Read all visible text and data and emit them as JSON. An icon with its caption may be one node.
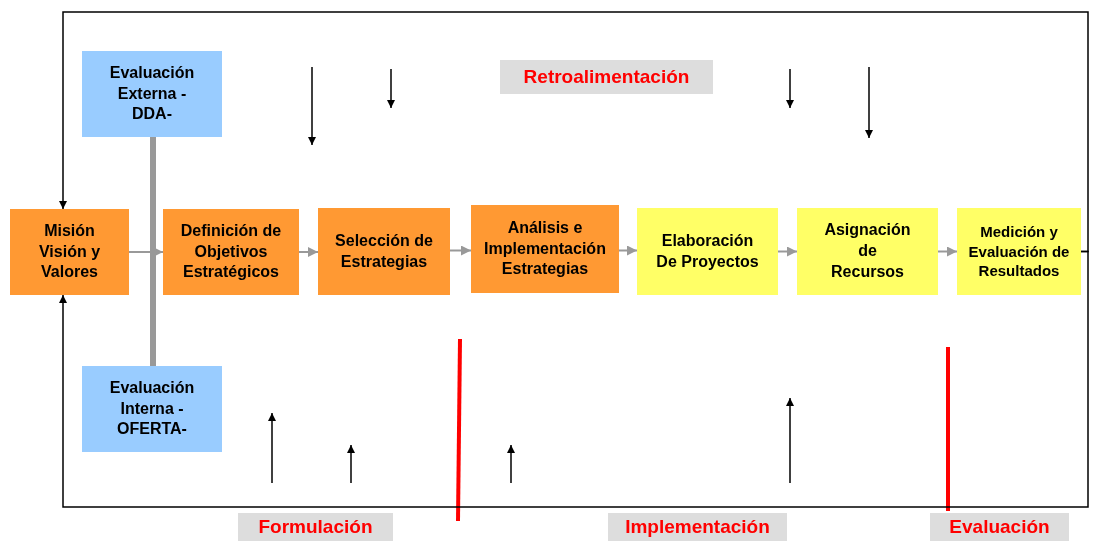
{
  "diagram": {
    "nodes": [
      {
        "text": [
          "Evaluación Externa -DDA-"
        ]
      },
      {
        "text": [
          "Misión Visión y Valores"
        ]
      },
      {
        "text": [
          "Definición de Objetivos Estratégicos"
        ]
      },
      {
        "text": [
          "Selección de Estrategias"
        ]
      },
      {
        "text": [
          "Análisis e Implementación Estrategias"
        ]
      },
      {
        "text": [
          "Elaboración De Proyectos"
        ]
      },
      {
        "text": [
          "Asignación de Recursos"
        ]
      },
      {
        "text": [
          "Medición y Evaluación de Resultados"
        ]
      },
      {
        "text": [
          "Evaluación Interna -OFERTA-"
        ]
      },
      {
        "text": [
          "Retroalimentación"
        ]
      },
      {
        "text": [
          "Formulación"
        ]
      },
      {
        "text": [
          "Implementación"
        ]
      },
      {
        "text": [
          "Evaluación"
        ]
      }
    ],
    "edges": [
      {
        "from": 0,
        "to": 8,
        "arrow": "none",
        "style": "thick"
      },
      {
        "from": 1,
        "to": 2,
        "arrow": "to"
      },
      {
        "from": 2,
        "to": 3,
        "arrow": "to"
      },
      {
        "from": 3,
        "to": 4,
        "arrow": "to"
      },
      {
        "from": 4,
        "to": 5,
        "arrow": "to"
      },
      {
        "from": 5,
        "to": 6,
        "arrow": "to"
      },
      {
        "from": 6,
        "to": 7,
        "arrow": "to"
      },
      {
        "from": 7,
        "to": 1,
        "arrow": "to",
        "color": "#000000"
      },
      {
        "from": 7,
        "to": 1,
        "arrow": "to",
        "color": "#000000"
      }
    ]
  }
}
